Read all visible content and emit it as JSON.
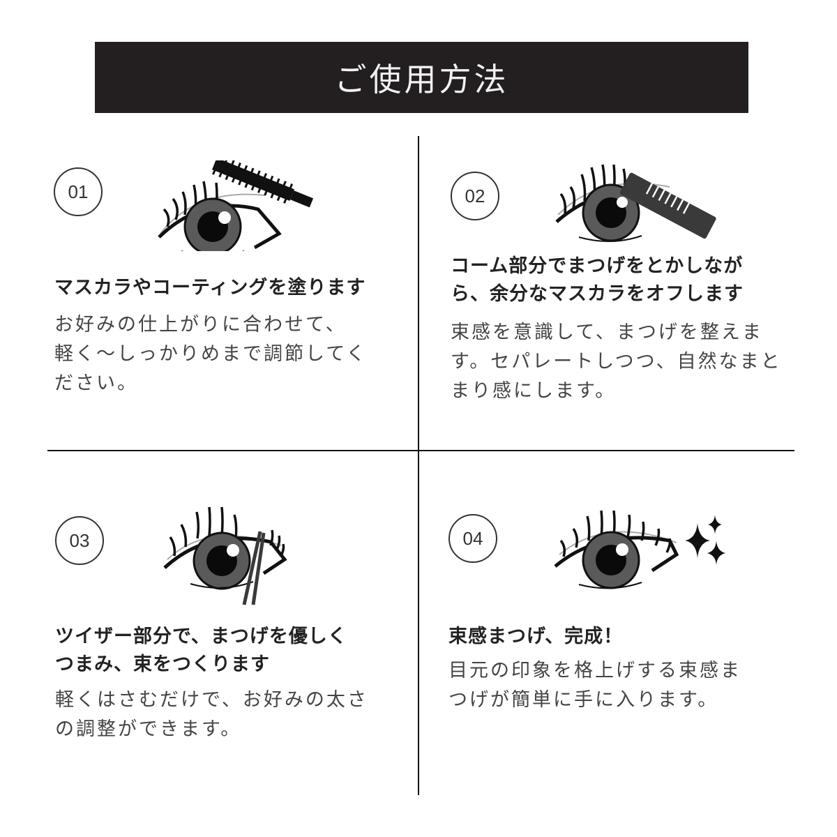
{
  "banner": {
    "title": "ご使用方法"
  },
  "colors": {
    "banner_bg": "#231f20",
    "banner_text": "#f2f2f2",
    "divider": "#111111",
    "iris": "#5a5a5a",
    "pupil": "#0a0a0a"
  },
  "steps": [
    {
      "number": "01",
      "illustration": "eye-with-mascara-wand-icon",
      "heading": "マスカラやコーティングを塗ります",
      "body": "お好みの仕上がりに合わせて、\n軽く〜しっかりめまで調節してく\nださい。"
    },
    {
      "number": "02",
      "illustration": "eye-with-comb-icon",
      "heading": "コーム部分でまつげをとかしなが\nら、余分なマスカラをオフします",
      "body": "束感を意識して、まつげを整えま\nす。セパレートしつつ、自然なまと\nまり感にします。"
    },
    {
      "number": "03",
      "illustration": "eye-with-tweezers-icon",
      "heading": "ツイザー部分で、まつげを優しく\nつまみ、束をつくります",
      "body": "軽くはさむだけで、お好みの太さ\nの調整ができます。"
    },
    {
      "number": "04",
      "illustration": "eye-with-sparkles-icon",
      "heading": "束感まつげ、完成！",
      "body": "目元の印象を格上げする束感ま\nつげが簡単に手に入ります。"
    }
  ]
}
